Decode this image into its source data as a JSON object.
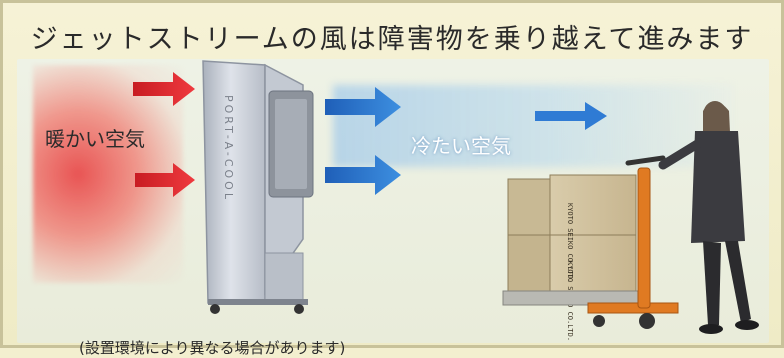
{
  "title": "ジェットストリームの風は障害物を乗り越えて進みます",
  "label_warm": "暖かい空気",
  "label_cool": "冷たい空気",
  "note": "(設置環境により異なる場合があります)",
  "unit_brand_vertical": "PORT-A-COOL",
  "colors": {
    "warm_arrow": "#e0282e",
    "cool_arrow": "#2a73c9",
    "background": "#f3efcf",
    "border": "#c8c29a",
    "cooler_body": "#c9cfd8",
    "pallet_jack": "#e07a22"
  },
  "box_labels": [
    "KYOTO",
    "SEIKO",
    "CO.",
    "LTD."
  ]
}
